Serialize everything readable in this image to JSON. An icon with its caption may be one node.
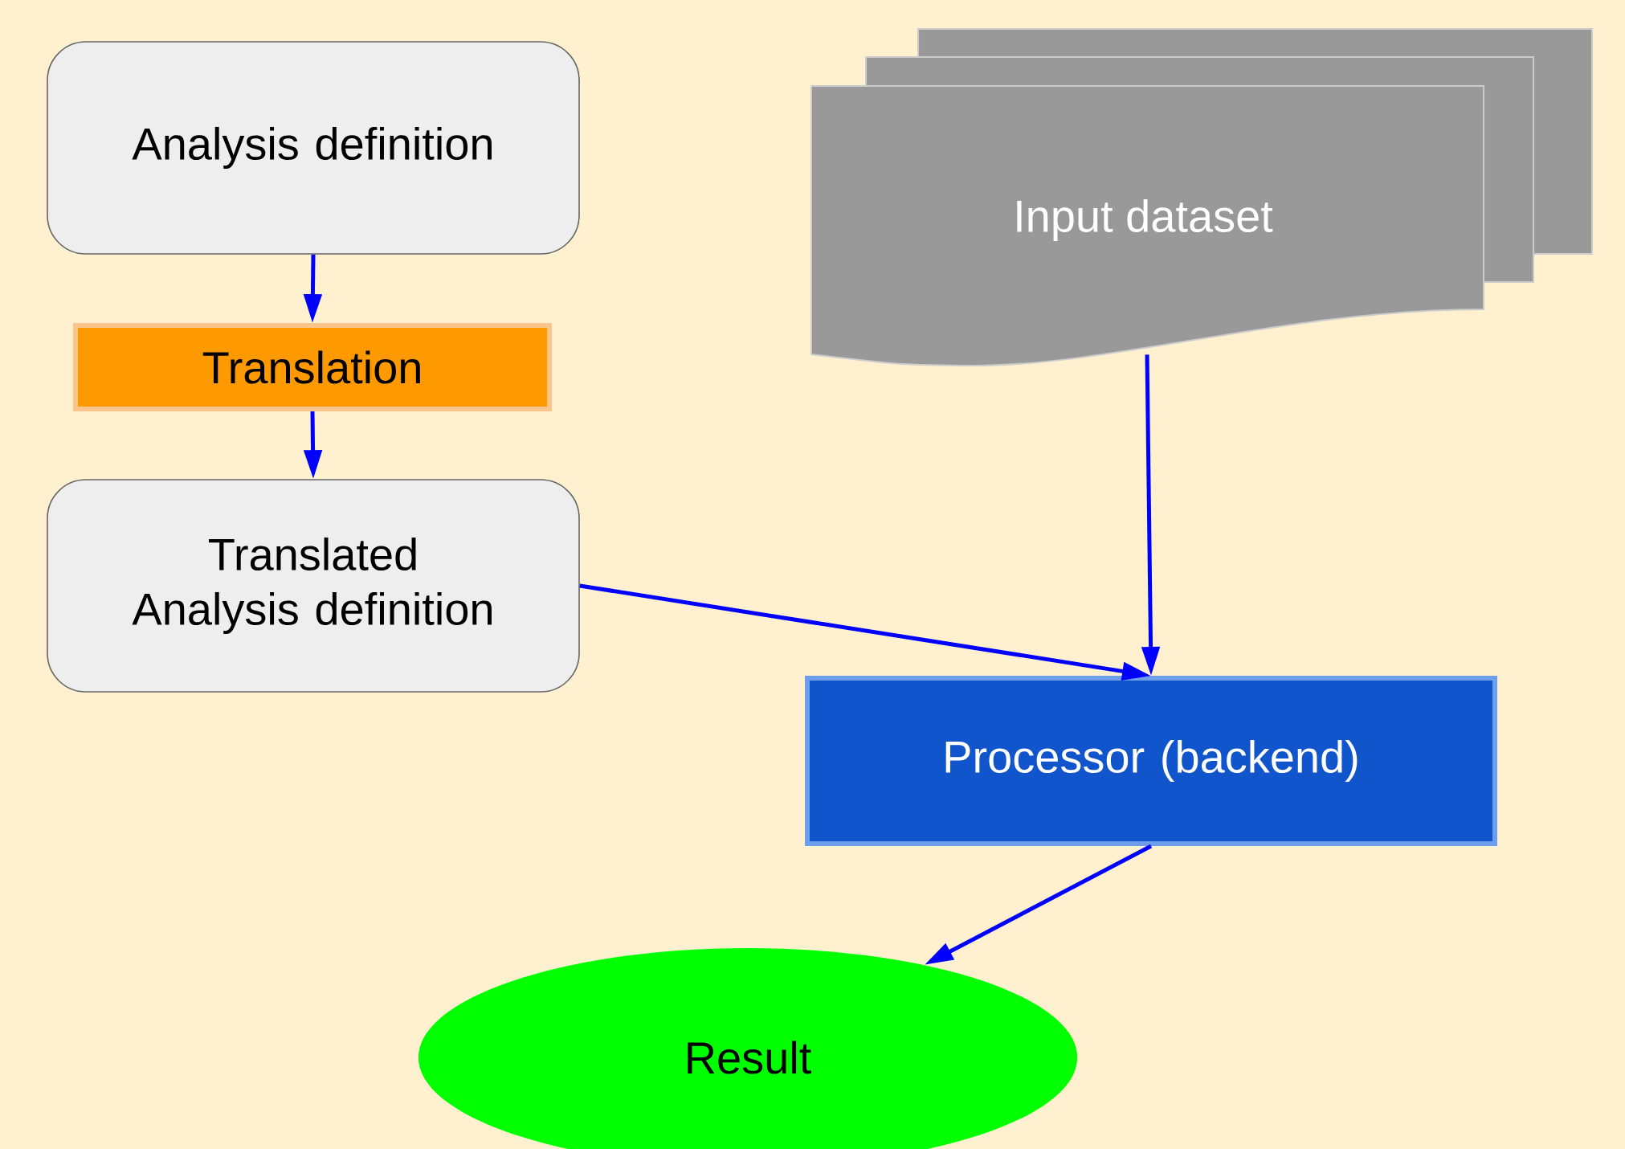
{
  "diagram": {
    "nodes": [
      {
        "text": [
          "Analysis definition"
        ]
      },
      {
        "text": [
          "Translation"
        ]
      },
      {
        "text": [
          "Translated Analysis definition"
        ]
      },
      {
        "text": [
          "Input dataset"
        ]
      },
      {
        "text": [
          "Processor (backend)"
        ]
      },
      {
        "text": [
          "Result"
        ]
      }
    ],
    "edges": [
      {
        "from": 0,
        "to": 1,
        "arrow": "to"
      },
      {
        "from": 1,
        "to": 2,
        "arrow": "to"
      },
      {
        "from": 2,
        "to": 4,
        "arrow": "to"
      },
      {
        "from": 3,
        "to": 4,
        "arrow": "to"
      },
      {
        "from": 4,
        "to": 5,
        "arrow": "to"
      }
    ]
  }
}
